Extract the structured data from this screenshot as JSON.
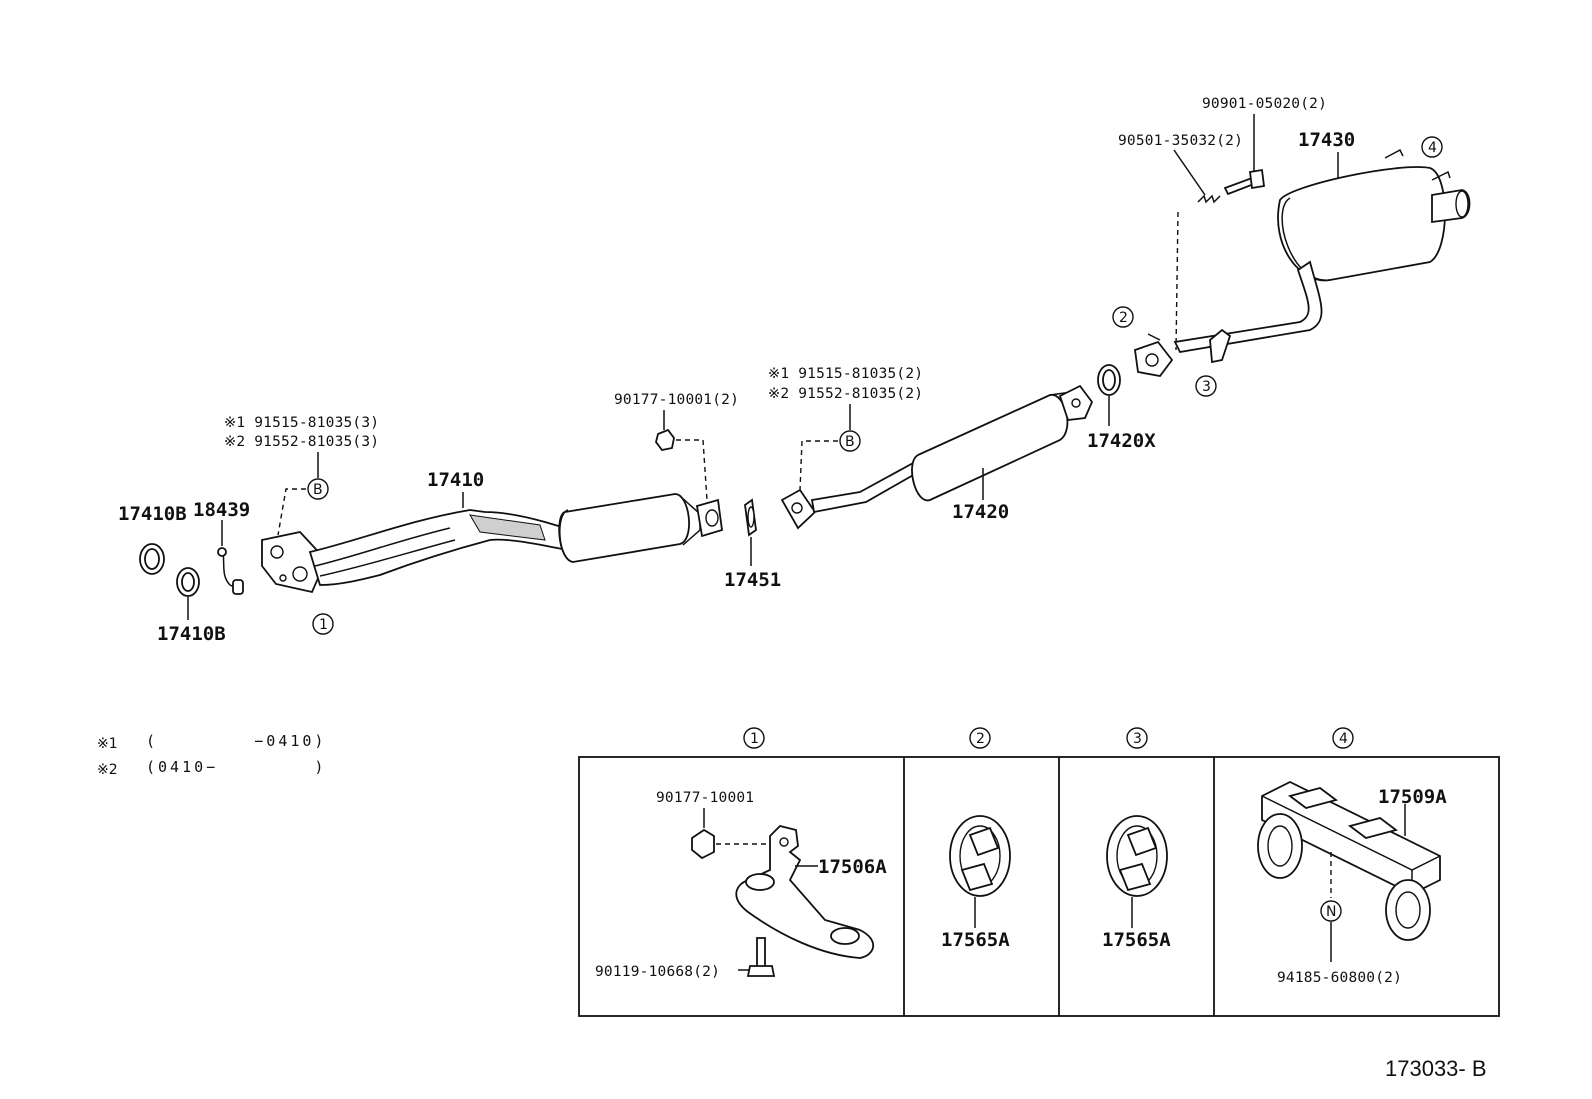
{
  "labels": {
    "p17410B_a": "17410B",
    "p18439": "18439",
    "p17410B_b": "17410B",
    "p17410": "17410",
    "note1_91515": "※1  91515-81035(3)",
    "note2_91552": "※2  91552-81035(3)",
    "p90177_top": "90177-10001(2)",
    "p17451": "17451",
    "note1_91515_b": "※1 91515-81035(2)",
    "note2_91552_b": "※2 91552-81035(2)",
    "p17420": "17420",
    "p17420X": "17420X",
    "p90901": "90901-05020(2)",
    "p90501": "90501-35032(2)",
    "p17430": "17430",
    "p90177_detail": "90177-10001",
    "p17506A": "17506A",
    "p90119": "90119-10668(2)",
    "p17565A_a": "17565A",
    "p17565A_b": "17565A",
    "p17509A": "17509A",
    "p94185": "94185-60800(2)"
  },
  "markers": {
    "m1": "1",
    "m2": "2",
    "m3": "3",
    "m4": "4",
    "B": "B",
    "N": "N"
  },
  "legend": {
    "row1_mark": "※1",
    "row1_text": "(        −0410)",
    "row2_mark": "※2",
    "row2_text": "(0410−        )"
  },
  "panels": {
    "h1": "1",
    "h2": "2",
    "h3": "3",
    "h4": "4"
  },
  "reference": "173033- B"
}
